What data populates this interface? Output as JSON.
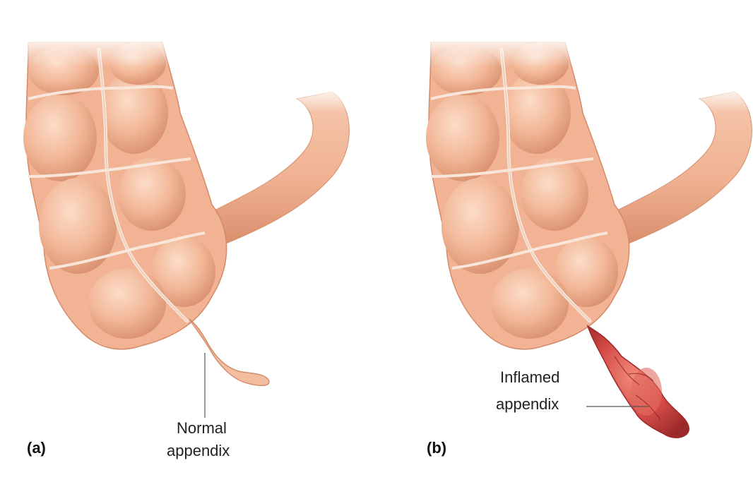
{
  "panel_a": {
    "letter": "(a)",
    "label_line1": "Normal",
    "label_line2": "appendix"
  },
  "panel_b": {
    "letter": "(b)",
    "label_line1": "Inflamed",
    "label_line2": "appendix"
  },
  "colors": {
    "colon_fill": "#f0b596",
    "colon_highlight": "#fbd9c4",
    "colon_shadow": "#d98f6e",
    "haustra_line": "#f7e3d6",
    "inflamed_fill": "#d9534f",
    "inflamed_dark": "#a82a2a",
    "leader_line": "#555555"
  }
}
